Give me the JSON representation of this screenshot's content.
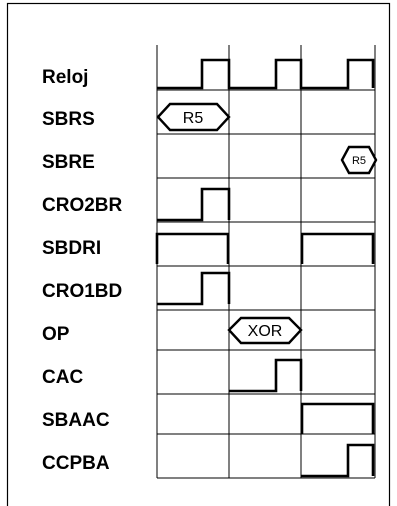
{
  "diagram": {
    "signals": [
      {
        "label": "Reloj"
      },
      {
        "label": "SBRS"
      },
      {
        "label": "SBRE"
      },
      {
        "label": "CRO2BR"
      },
      {
        "label": "SBDRI"
      },
      {
        "label": "CRO1BD"
      },
      {
        "label": "OP"
      },
      {
        "label": "CAC"
      },
      {
        "label": "SBAAC"
      },
      {
        "label": "CCPBA"
      }
    ],
    "bubbles": [
      {
        "text": "R5"
      },
      {
        "text": "R5"
      },
      {
        "text": "XOR"
      }
    ]
  }
}
